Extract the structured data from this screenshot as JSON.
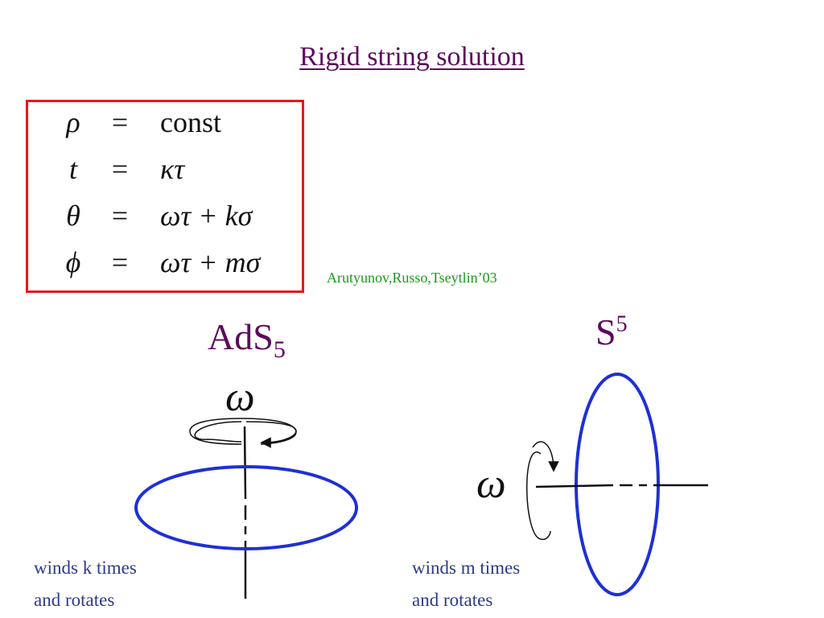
{
  "title": "Rigid string solution",
  "equations": [
    {
      "lhs": "ρ",
      "op": "=",
      "rhs": "const"
    },
    {
      "lhs": "t",
      "op": "=",
      "rhs": "κτ"
    },
    {
      "lhs": "θ",
      "op": "=",
      "rhs": "ωτ + kσ"
    },
    {
      "lhs": "ϕ",
      "op": "=",
      "rhs": "ωτ + mσ"
    }
  ],
  "citation": "Arutyunov,Russo,Tseytlin’03",
  "ads_label": {
    "base": "AdS",
    "sub": "5"
  },
  "sphere_label": {
    "base": "S",
    "sup": "5"
  },
  "omega_symbol": "ω",
  "left_caption": {
    "line1": "winds k times",
    "line2": "and rotates"
  },
  "right_caption": {
    "line1": "winds m times",
    "line2": "and rotates"
  },
  "colors": {
    "title": "#5c0a5c",
    "box_border": "#e11b1b",
    "citation": "#1a9a1a",
    "ellipse": "#1f2fd6",
    "caption": "#2c3a8c"
  }
}
